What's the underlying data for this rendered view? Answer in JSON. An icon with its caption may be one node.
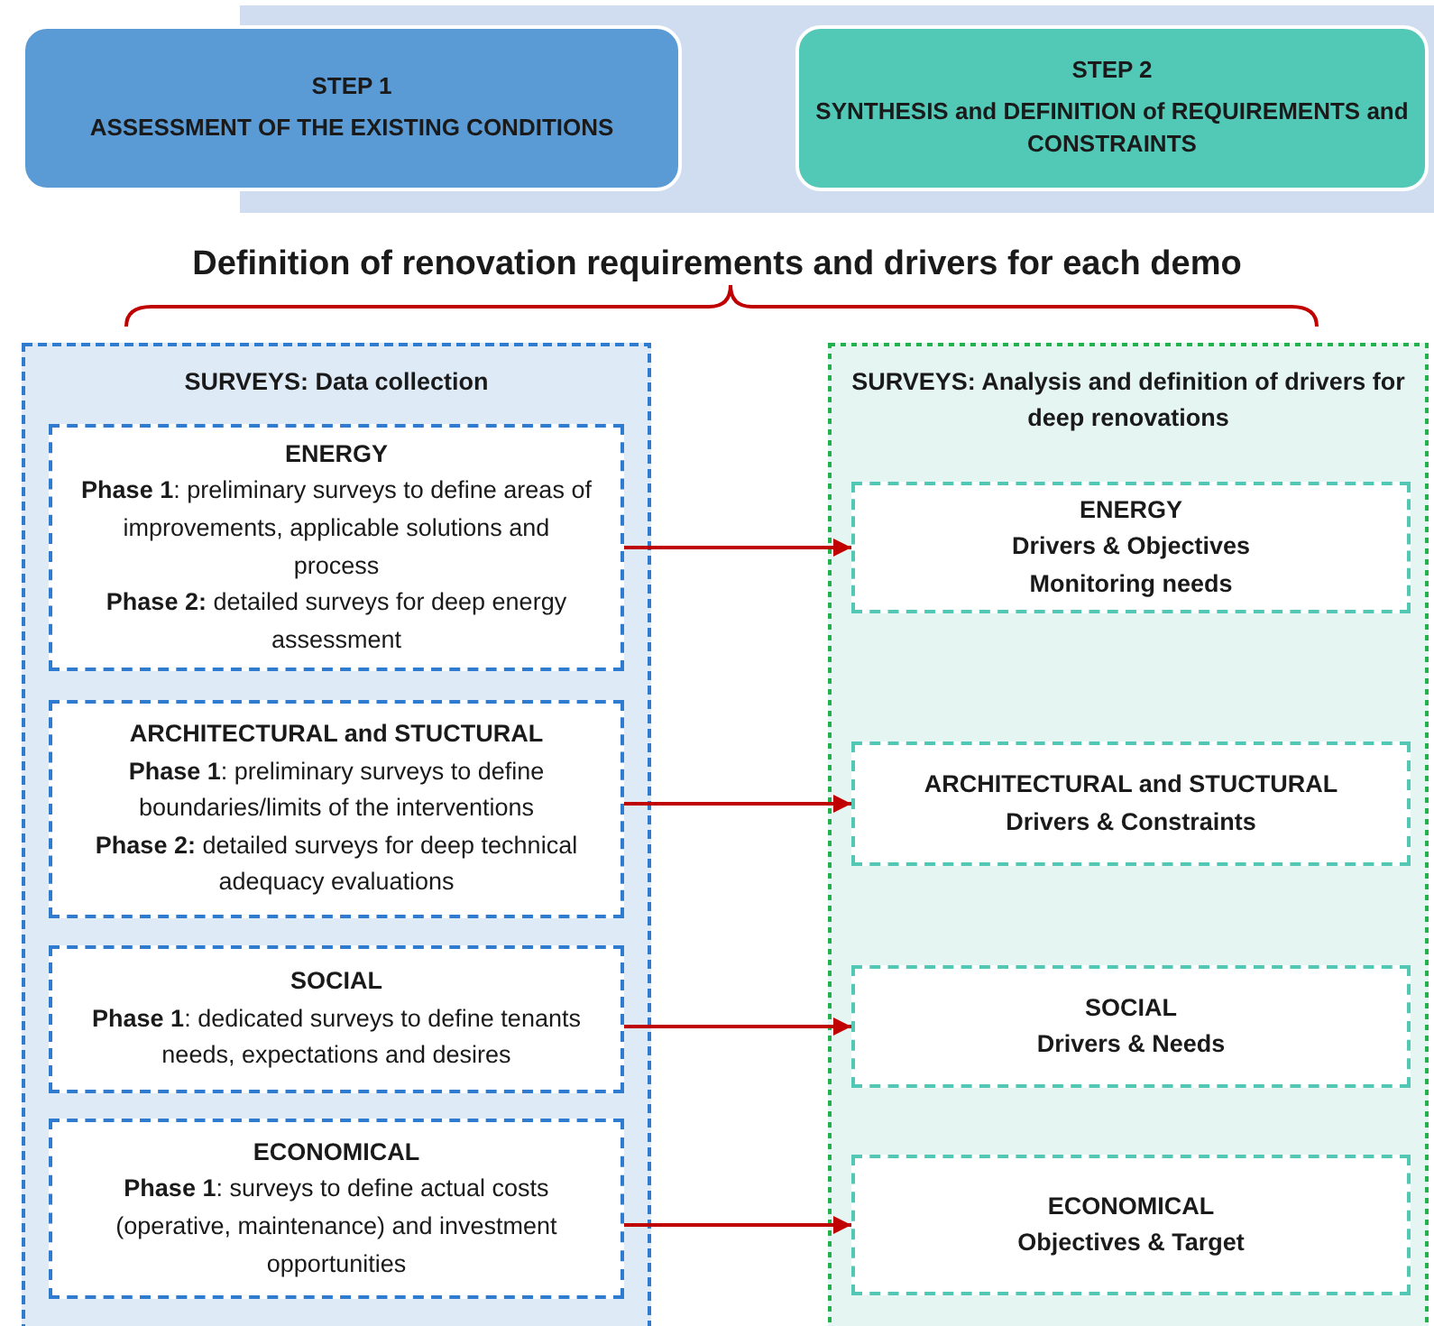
{
  "diagram": {
    "title": "Definition of renovation requirements and drivers for each demo",
    "nodes": [
      {
        "text": [
          "STEP 1",
          "ASSESSMENT OF THE EXISTING CONDITIONS"
        ]
      },
      {
        "text": [
          "STEP 2",
          "SYNTHESIS and DEFINITION of REQUIREMENTS and CONSTRAINTS"
        ]
      },
      {
        "text": [
          "SURVEYS: Data collection"
        ]
      },
      {
        "text": [
          "ENERGY",
          "**Phase 1**: preliminary surveys to define areas of improvements, applicable solutions and process",
          "**Phase 2:** detailed surveys for deep energy assessment"
        ],
        "in": 2
      },
      {
        "text": [
          "ARCHITECTURAL and STUCTURAL",
          "**Phase 1**: preliminary surveys to define boundaries/limits of the interventions",
          "**Phase 2:** detailed surveys for deep technical adequacy evaluations"
        ],
        "in": 2
      },
      {
        "text": [
          "SOCIAL",
          "**Phase 1**: dedicated surveys to define tenants needs, expectations and desires"
        ],
        "in": 2
      },
      {
        "text": [
          "ECONOMICAL",
          "**Phase 1**: surveys to define actual costs (operative, maintenance) and investment opportunities"
        ],
        "in": 2
      },
      {
        "text": [
          "SURVEYS: Analysis and definition of drivers for deep renovations"
        ]
      },
      {
        "text": [
          "ENERGY",
          "Drivers & Objectives",
          "Monitoring needs"
        ],
        "in": 7
      },
      {
        "text": [
          "ARCHITECTURAL and STUCTURAL",
          "Drivers & Constraints"
        ],
        "in": 7
      },
      {
        "text": [
          "SOCIAL",
          "Drivers & Needs"
        ],
        "in": 7
      },
      {
        "text": [
          "ECONOMICAL",
          "Objectives & Target"
        ],
        "in": 7
      }
    ],
    "edges": [
      {
        "from": 3,
        "to": 8,
        "arrow": "to"
      },
      {
        "from": 4,
        "to": 9,
        "arrow": "to"
      },
      {
        "from": 5,
        "to": 10,
        "arrow": "to"
      },
      {
        "from": 6,
        "to": 11,
        "arrow": "to"
      }
    ]
  }
}
